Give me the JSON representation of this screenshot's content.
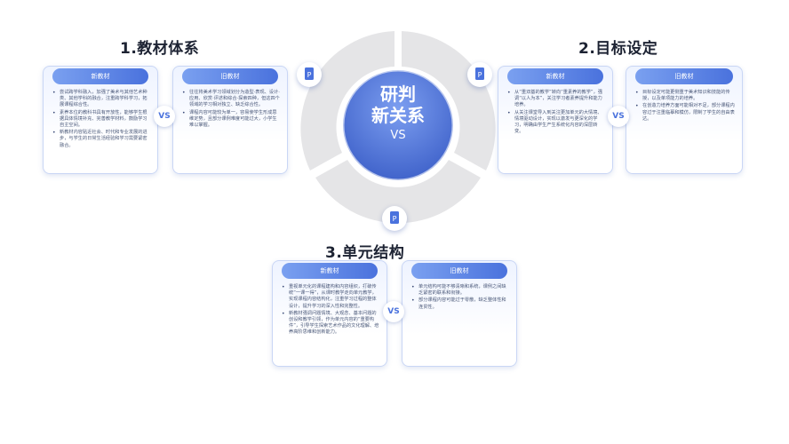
{
  "center": {
    "line1": "研判",
    "line2": "新关系",
    "vs": "VS"
  },
  "vs_label": "VS",
  "sections": [
    {
      "title": "1.教材体系",
      "new": {
        "label": "新教材",
        "items": [
          "尝试跨学科融入，加强了美术与其他艺术种类、其他学科的融合，注重跨学科学习，拓展课程综合性。",
          "素养本位的教科书具有开放性，能够学生根据具体情境补充、完善教学材料，鼓励学习自主空间。",
          "新教材内容贴近社会、时代和专业发展的进步，与学生的日常生活经验和学习需要紧密融合。"
        ]
      },
      "old": {
        "label": "旧教材",
        "items": [
          "往往将美术学习领域划分为造型·表现、设计·应用、欣赏·评述和综合·探索四种，但这四个领域的学习相对独立、缺乏综合性。",
          "课程内容可能较为单一，容易使学生形成思维定势，且部分课例难度可能过大，小学生难以掌握。"
        ]
      }
    },
    {
      "title": "2.目标设定",
      "new": {
        "label": "新教材",
        "items": [
          "从“重双基的教学”转向“重素养的教学”，强调“以人为本”，关注学习者素养提升和能力培养。",
          "从关注课堂导入到关注更加单元的大情境、情境驱动设计，实现以激发与更深化的学习，明确由学生产生系统化内容的深层转变。"
        ]
      },
      "old": {
        "label": "旧教材",
        "items": [
          "目标设定可能更侧重于美术知识和技能的传授，以及单项能力的培养。",
          "在创造力培养方面可能相对不足，部分课程内容过于注重临摹和模仿，限制了学生的自由表达。"
        ]
      }
    },
    {
      "title": "3.单元结构",
      "new": {
        "label": "新教材",
        "items": [
          "重视单元化的课程建构和内容组织，打破传统“一课一得”，从课时教学走向单元教学，实现课程内容结构化，注重学习过程的整体设计，提升学习的深入性和完整性。",
          "新教材强调问题情境、大观念、基本问题的创设和教学引领，作为单元内容的“重要构件”，引导学生探索艺术作品的文化理解、培养高阶思维和创新能力。"
        ]
      },
      "old": {
        "label": "旧教材",
        "items": [
          "单元结构可能不够清晰和系统，课例之间缺乏紧密的联系和衔接。",
          "部分课程内容可能过于零散，缺乏整体性和连贯性。"
        ]
      }
    }
  ],
  "colors": {
    "accent": "#4a72dd",
    "ring": "#e2e2e2",
    "center_top": "#5f86e6",
    "center_bottom": "#3f63cc"
  },
  "icons": [
    "document-p-icon",
    "vs-icon"
  ]
}
